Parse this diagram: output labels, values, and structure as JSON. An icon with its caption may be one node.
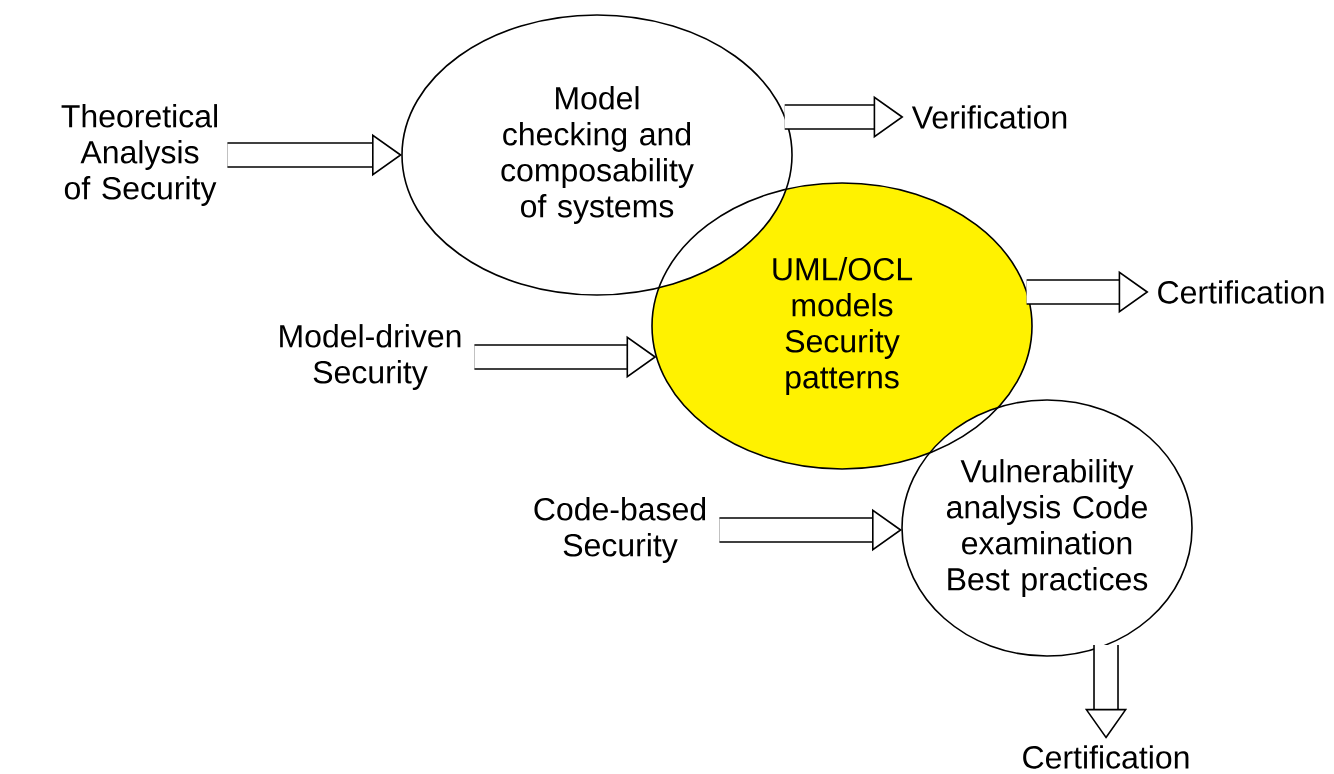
{
  "diagram": {
    "nodes": [
      {
        "text": [
          "Theoretical Analysis of Security"
        ]
      },
      {
        "text": [
          "Model checking and composability of systems"
        ]
      },
      {
        "text": [
          "Verification"
        ]
      },
      {
        "text": [
          "Model-driven Security"
        ]
      },
      {
        "text": [
          "UML/OCL models Security patterns"
        ]
      },
      {
        "text": [
          "Certification"
        ]
      },
      {
        "text": [
          "Code-based Security"
        ]
      },
      {
        "text": [
          "Vulnerability analysis Code examination Best practices"
        ]
      },
      {
        "text": [
          "Certification"
        ]
      }
    ],
    "edges": [
      {
        "from": 0,
        "to": 1,
        "arrow": "to"
      },
      {
        "from": 1,
        "to": 2,
        "arrow": "to"
      },
      {
        "from": 3,
        "to": 4,
        "arrow": "to"
      },
      {
        "from": 4,
        "to": 5,
        "arrow": "to"
      },
      {
        "from": 6,
        "to": 7,
        "arrow": "to"
      },
      {
        "from": 7,
        "to": 8,
        "arrow": "to"
      }
    ]
  }
}
